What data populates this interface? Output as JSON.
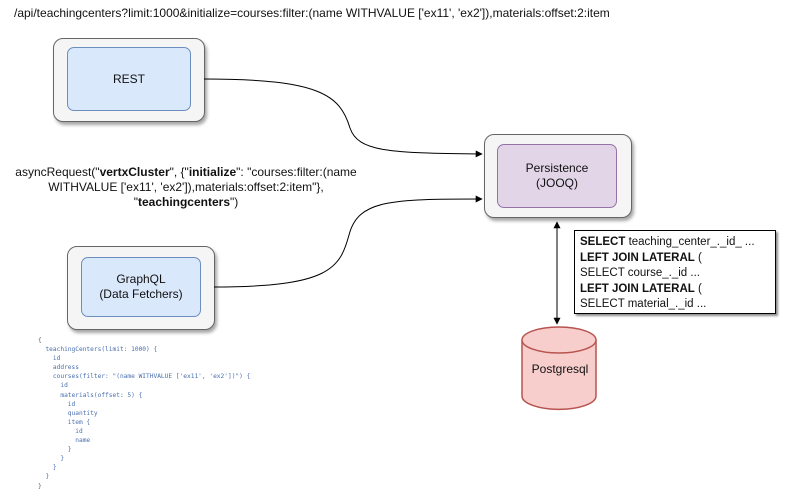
{
  "url": "/api/teachingcenters?limit:1000&initialize=courses:filter:(name WITHVALUE ['ex11', 'ex2']),materials:offset:2:item",
  "nodes": {
    "rest": "REST",
    "graphql_line1": "GraphQL",
    "graphql_line2": "(Data Fetchers)",
    "persistence_line1": "Persistence",
    "persistence_line2": "(JOOQ)",
    "postgres": "Postgresql"
  },
  "async_request": {
    "p1": "asyncRequest(\"",
    "cluster": "vertxCluster",
    "p2": "\", {\"",
    "initialize": "initialize",
    "p3": "\": \"courses:filter:(name",
    "line2": "WITHVALUE ['ex11', 'ex2']),materials:offset:2:item\"},",
    "q1": "\"",
    "centers": "teachingcenters",
    "q2": "\")"
  },
  "sql": [
    {
      "kw": "SELECT",
      "rest": " teaching_center_._id_ ..."
    },
    {
      "kw": "LEFT JOIN LATERAL",
      "rest": " ("
    },
    {
      "kw": "",
      "rest": "SELECT course_._id ..."
    },
    {
      "kw": "LEFT JOIN LATERAL",
      "rest": " ("
    },
    {
      "kw": "",
      "rest": "SELECT material_._id ..."
    }
  ],
  "graphql_query": [
    "{",
    "  teachingCenters(limit: 1000) {",
    "    id",
    "    address",
    "    courses(filter: \"(name WITHVALUE ['ex11', 'ex2'])\") {",
    "      id",
    "      materials(offset: 5) {",
    "        id",
    "        quantity",
    "        item {",
    "          id",
    "          name",
    "        }",
    "      }",
    "    }",
    "  }",
    "}"
  ],
  "colors": {
    "client_fill": "#dae8fc",
    "client_stroke": "#6c8ebf",
    "persistence_fill": "#e1d5e7",
    "persistence_stroke": "#9673a6",
    "db_fill": "#f8cecc",
    "db_stroke": "#b85450"
  }
}
